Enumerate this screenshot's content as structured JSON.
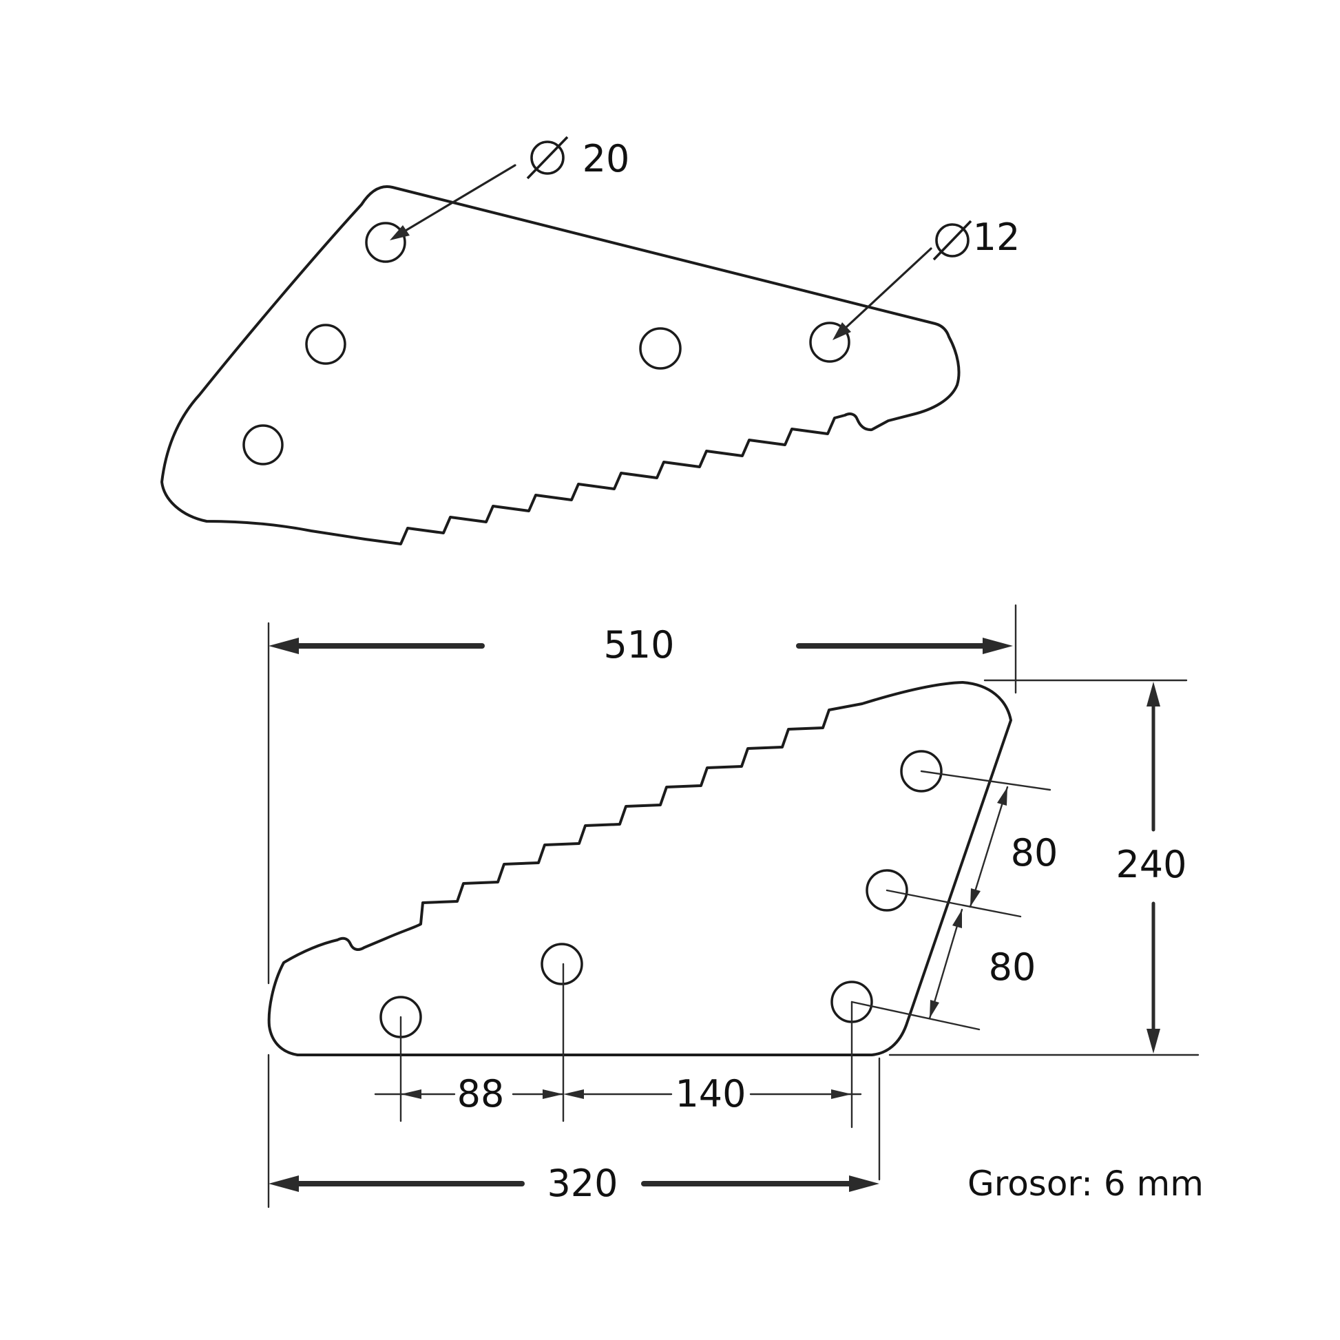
{
  "colors": {
    "ink": "#1b1b1b",
    "background": "#ffffff"
  },
  "top_view": {
    "label_hole_large": {
      "symbol": "∅",
      "value": "20"
    },
    "label_hole_small": {
      "symbol": "∅",
      "value": "12"
    }
  },
  "bottom_view": {
    "dim_total_width": "510",
    "dim_total_height": "240",
    "dim_hole_spacing_upper": "80",
    "dim_hole_spacing_lower": "80",
    "dim_first_hole_offset": "88",
    "dim_second_hole_offset": "140",
    "dim_bottom_width": "320",
    "thickness_label": "Grosor: 6 mm"
  }
}
